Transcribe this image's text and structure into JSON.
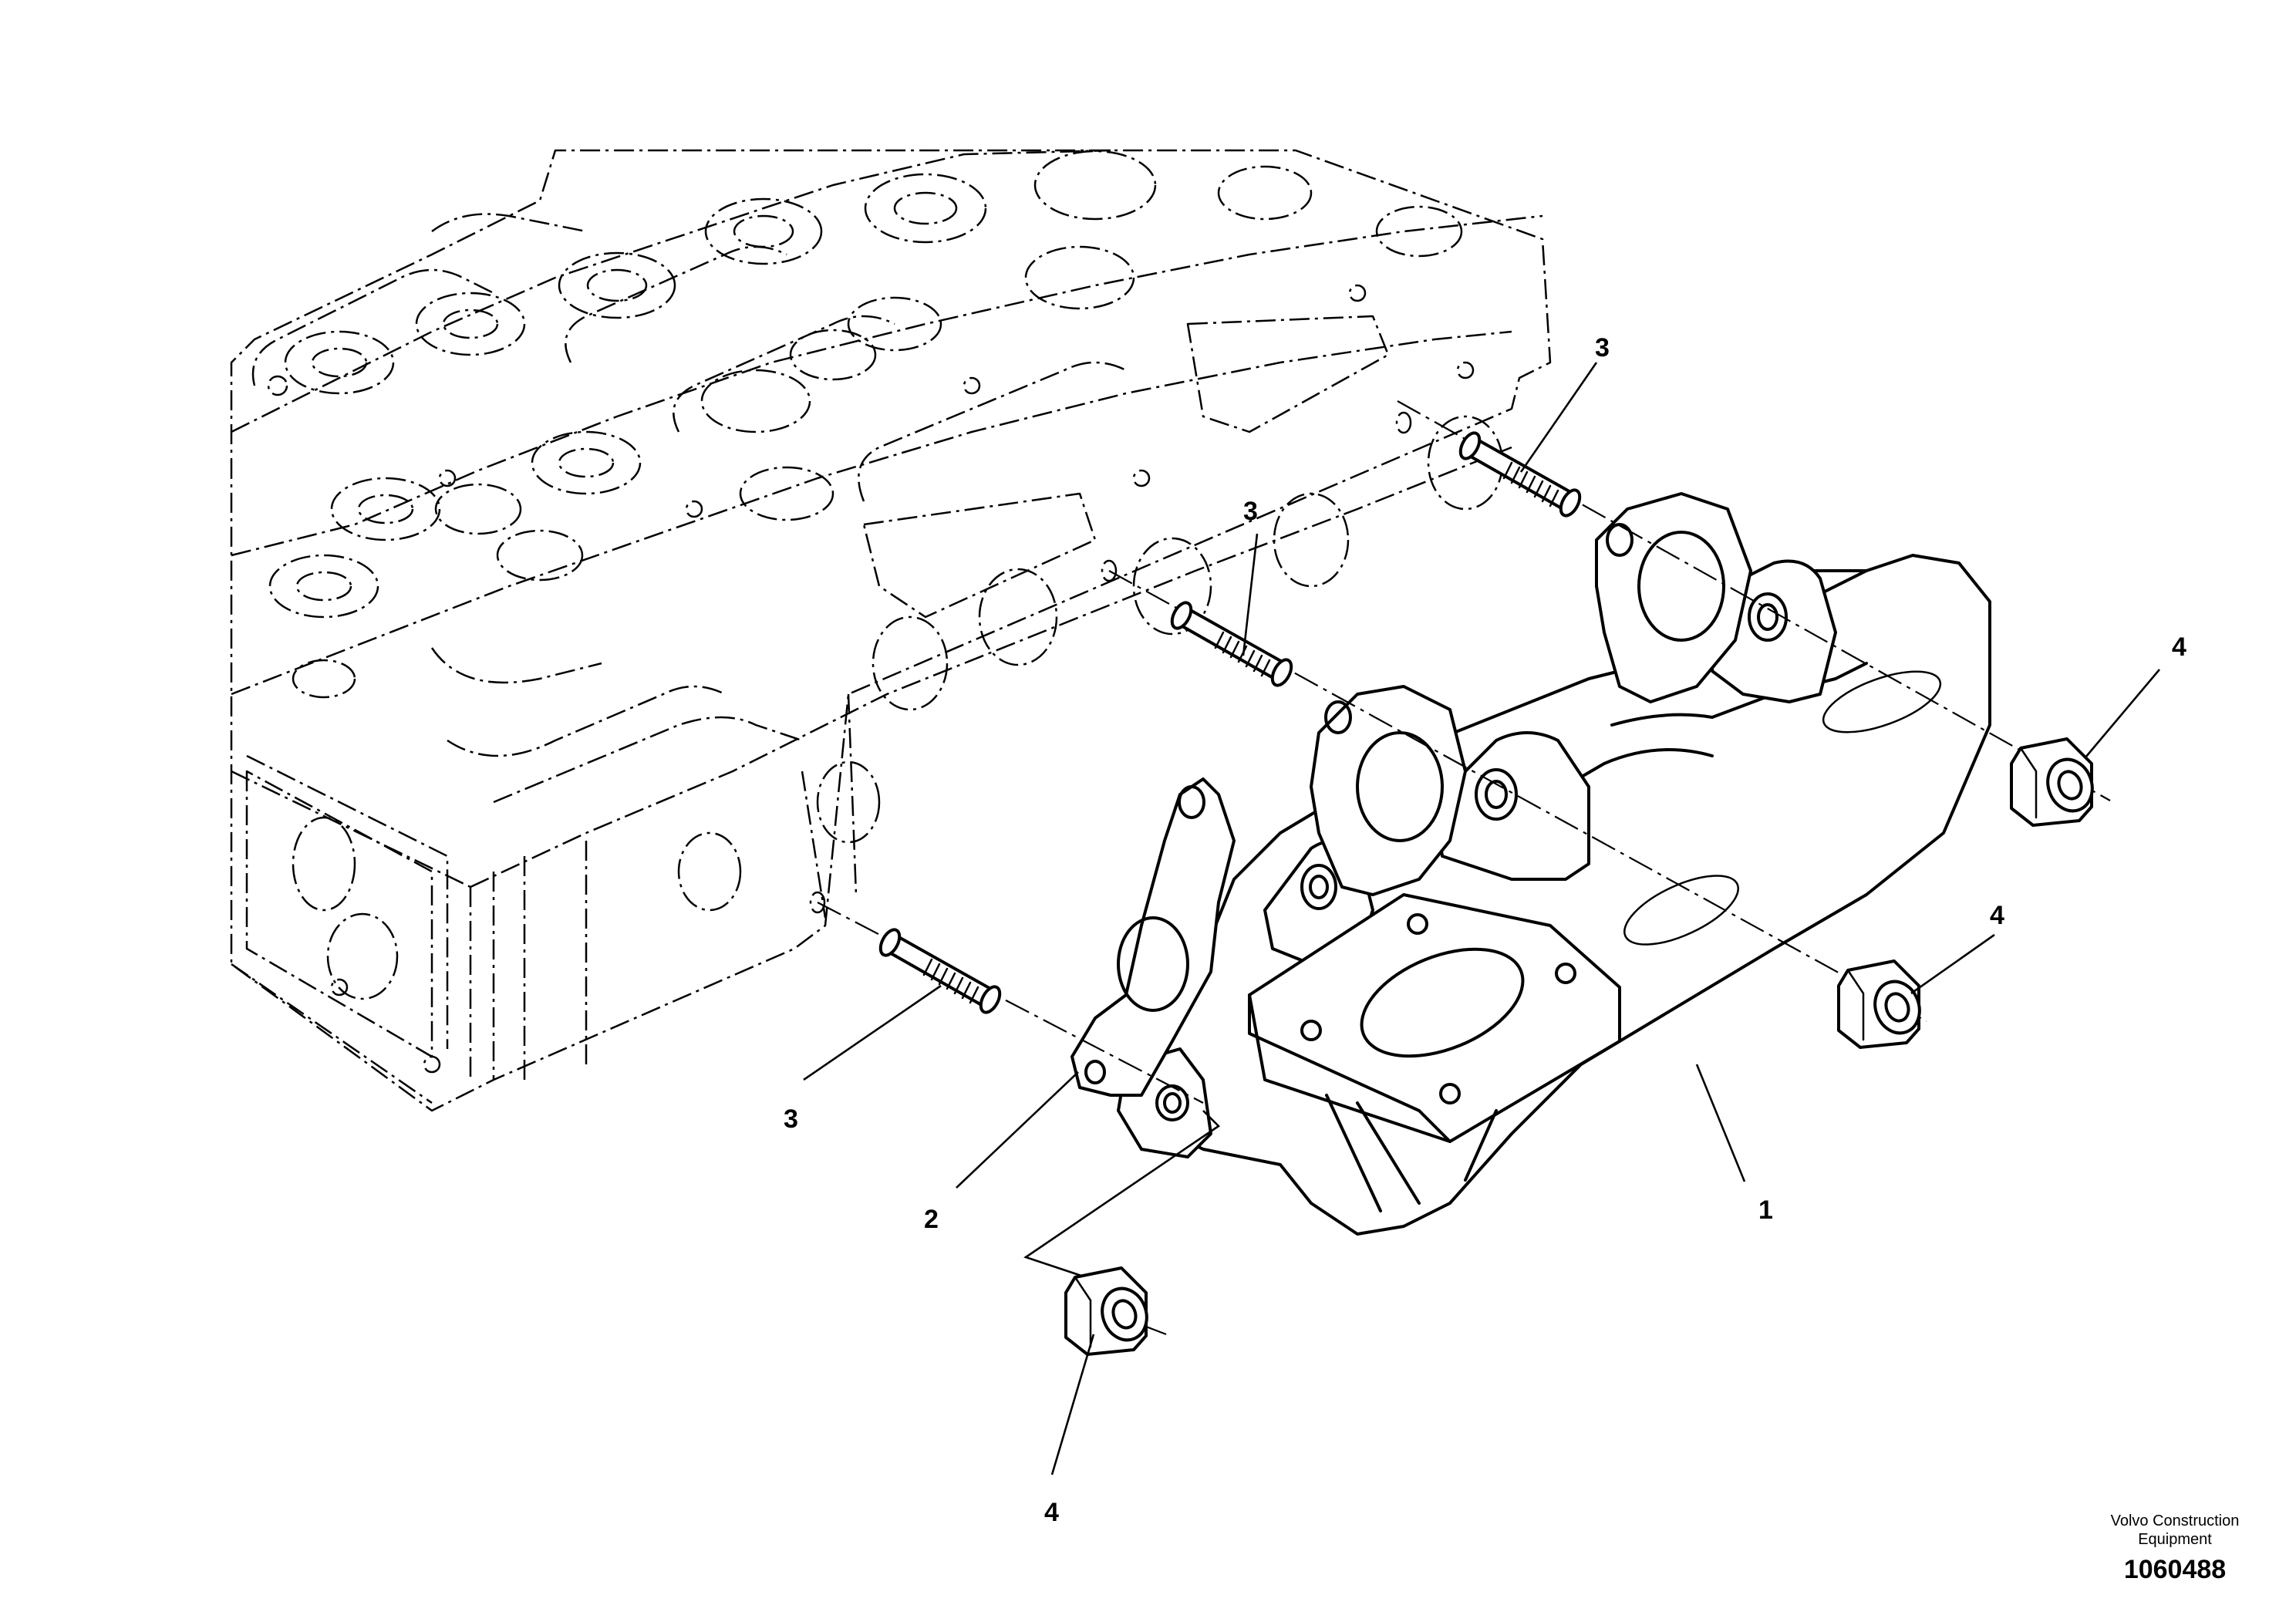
{
  "diagram": {
    "callouts": {
      "c1": "1",
      "c2": "2",
      "c3a": "3",
      "c3b": "3",
      "c3c": "3",
      "c4a": "4",
      "c4b": "4",
      "c4c": "4"
    },
    "credit_line1": "Volvo Construction",
    "credit_line2": "Equipment",
    "drawing_number": "1060488"
  }
}
